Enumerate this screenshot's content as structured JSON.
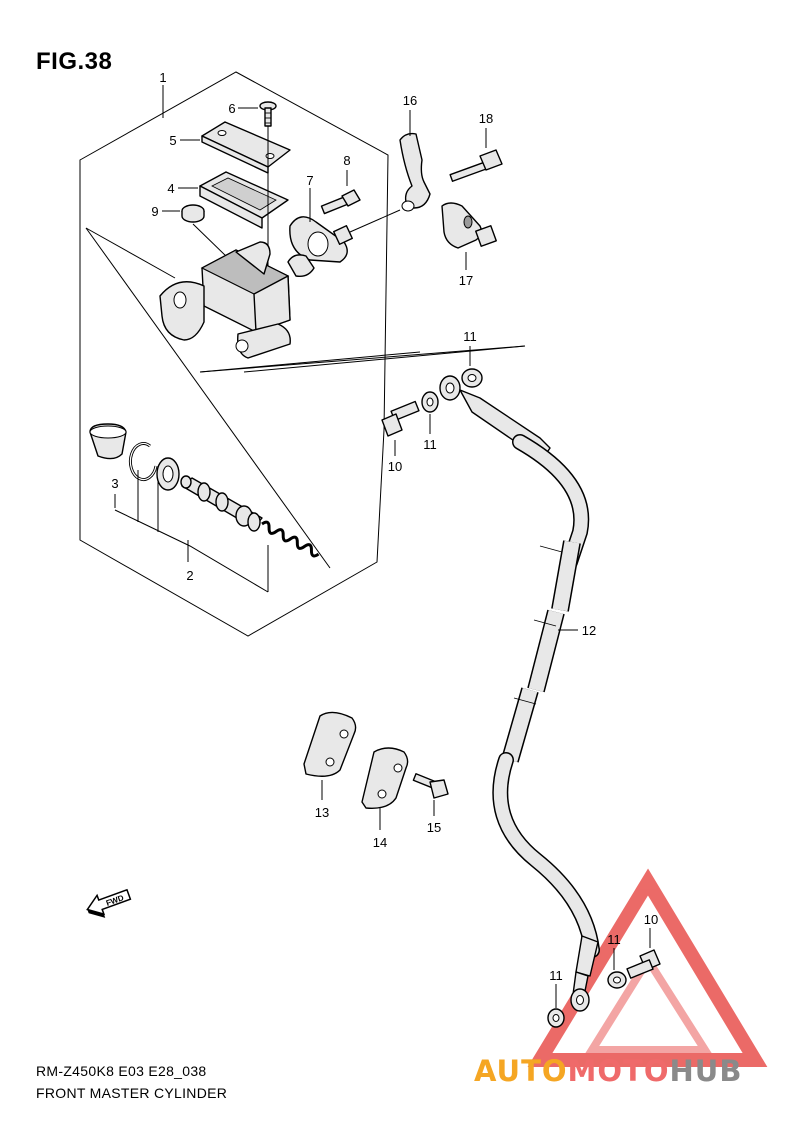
{
  "figure": {
    "title": "FIG.38"
  },
  "footer": {
    "code": "RM-Z450K8 E03 E28_038",
    "description": "FRONT MASTER CYLINDER"
  },
  "fwd_arrow": {
    "label": "FWD"
  },
  "callouts": {
    "c1": "1",
    "c2": "2",
    "c3": "3",
    "c4": "4",
    "c5": "5",
    "c6": "6",
    "c7": "7",
    "c8": "8",
    "c9": "9",
    "c10a": "10",
    "c10b": "10",
    "c11a": "11",
    "c11b": "11",
    "c11c": "11",
    "c11d": "11",
    "c12": "12",
    "c13": "13",
    "c14": "14",
    "c15": "15",
    "c16": "16",
    "c17": "17",
    "c18": "18"
  },
  "watermark": {
    "part1": "AUTO",
    "part2": "MOTO",
    "part3": "HUB",
    "colors": {
      "auto": "#f5a623",
      "moto": "#ef6a6a",
      "hub": "#8a8a8a",
      "triangle": "#e53935"
    }
  }
}
